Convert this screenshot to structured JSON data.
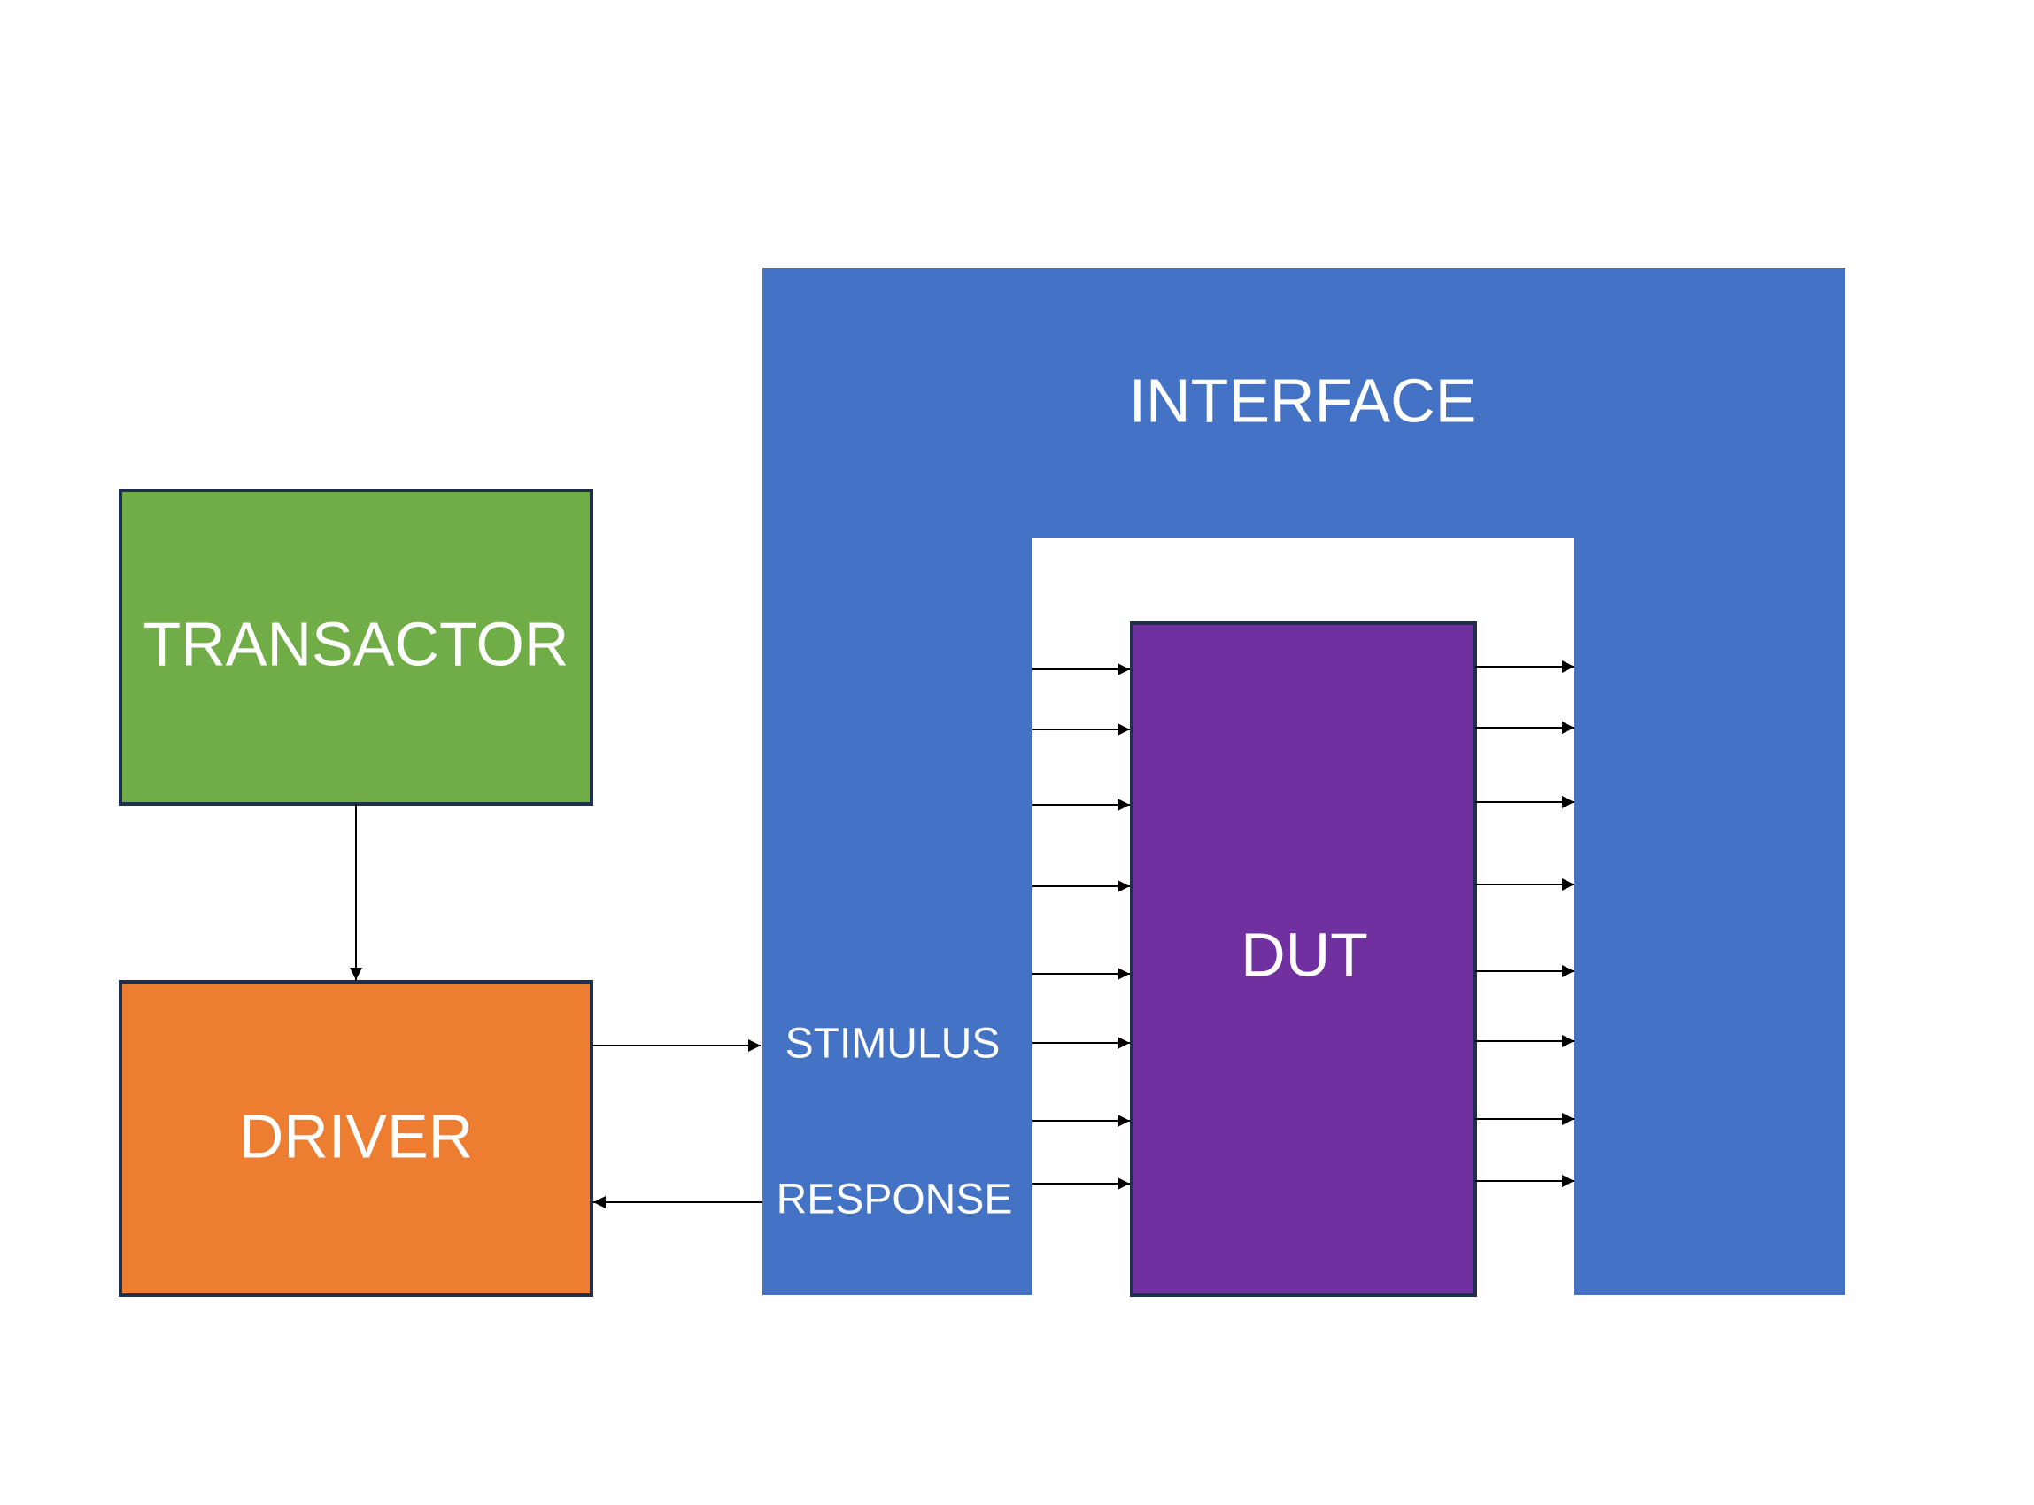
{
  "labels": {
    "transactor": "TRANSACTOR",
    "driver": "DRIVER",
    "interface": "INTERFACE",
    "dut": "DUT",
    "stimulus": "STIMULUS",
    "response": "RESPONSE"
  },
  "colors": {
    "transactor": "#70AD47",
    "driver": "#ED7D31",
    "interface": "#4472C4",
    "dut": "#7030A0",
    "border": "#1F2F4F",
    "arrow": "#000000",
    "text": "#FFFFFF"
  },
  "dut_ports": {
    "inputs": 8,
    "outputs": 8
  }
}
